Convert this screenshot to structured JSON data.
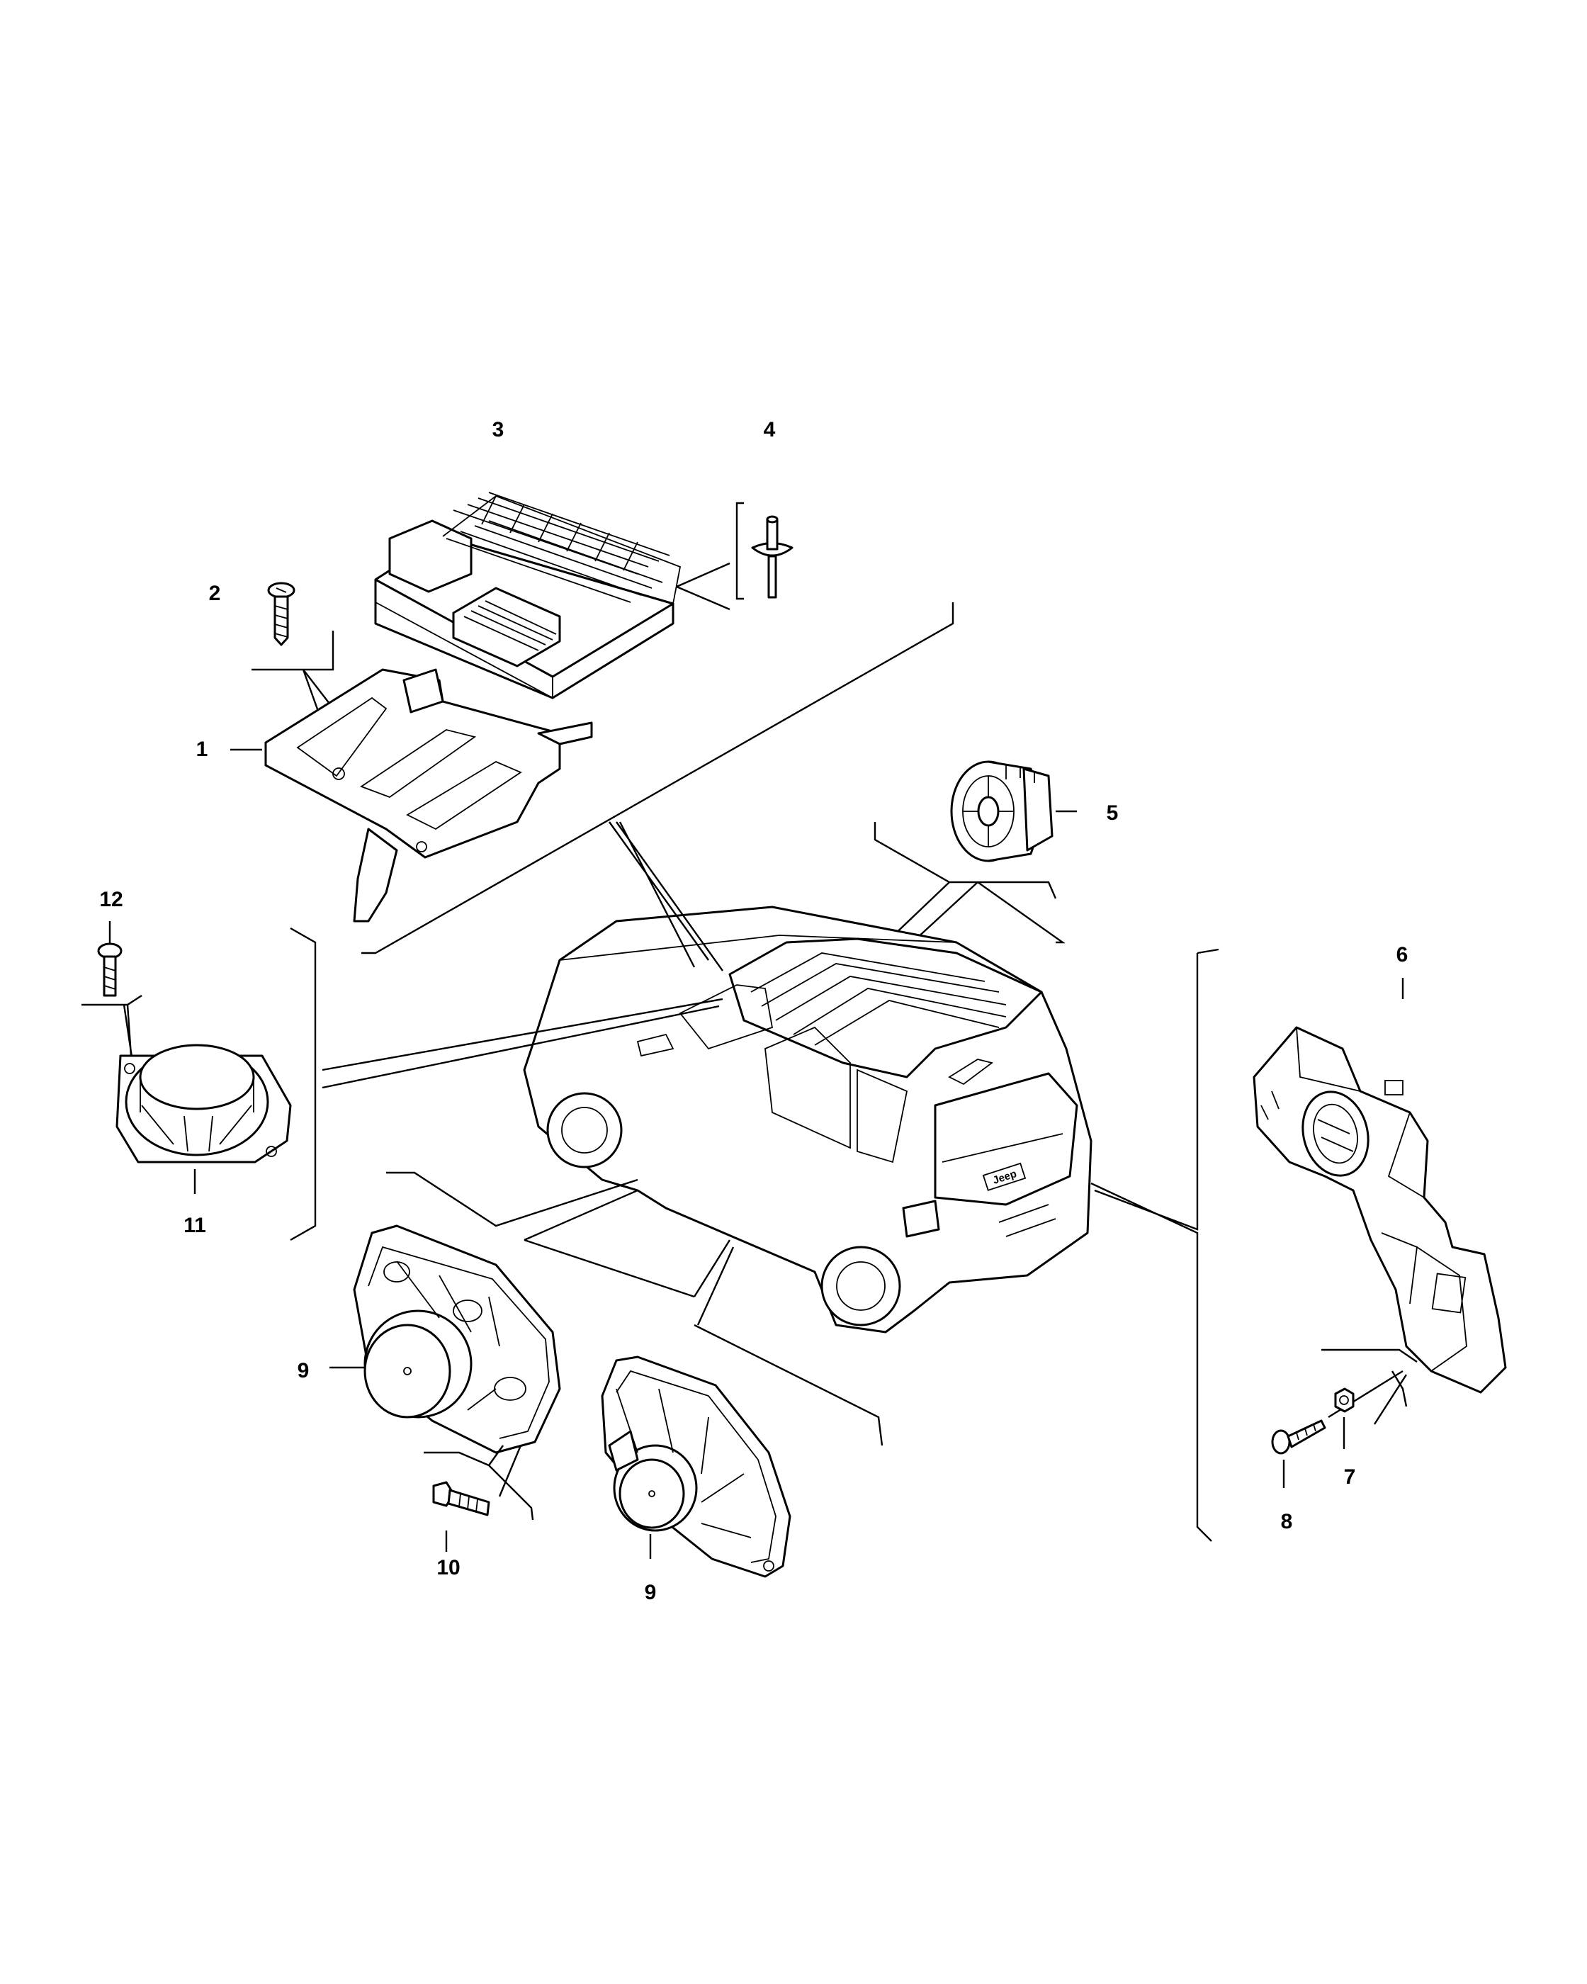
{
  "callouts": {
    "p1": "1",
    "p2": "2",
    "p3": "3",
    "p4": "4",
    "p5": "5",
    "p6": "6",
    "p7": "7",
    "p8": "8",
    "p9a": "9",
    "p9b": "9",
    "p10": "10",
    "p11": "11",
    "p12": "12"
  },
  "car_badge": "Jeep"
}
